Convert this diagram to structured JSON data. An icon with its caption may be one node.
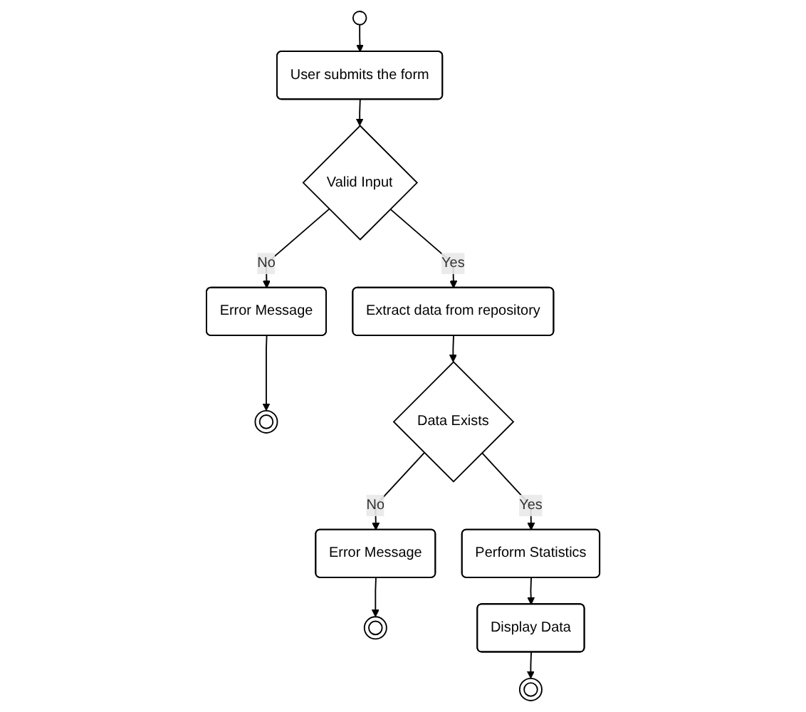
{
  "diagram": {
    "nodes": [
      {
        "text": [],
        "shape": "circle"
      },
      {
        "text": [
          "User submits the form"
        ]
      },
      {
        "text": [
          "Valid Input"
        ]
      },
      {
        "text": [
          "Error Message"
        ]
      },
      {
        "text": [],
        "shape": "double-circle"
      },
      {
        "text": [
          "Extract data from repository"
        ]
      },
      {
        "text": [
          "Data Exists"
        ]
      },
      {
        "text": [
          "Error Message"
        ]
      },
      {
        "text": [],
        "shape": "double-circle"
      },
      {
        "text": [
          "Perform Statistics"
        ]
      },
      {
        "text": [
          "Display Data"
        ]
      },
      {
        "text": [],
        "shape": "double-circle"
      }
    ],
    "edges": [
      {
        "from": 0,
        "to": 1,
        "arrow": "to"
      },
      {
        "from": 1,
        "to": 2,
        "arrow": "to"
      },
      {
        "from": 2,
        "to": 3,
        "arrow": "to",
        "label": "No"
      },
      {
        "from": 3,
        "to": 4,
        "arrow": "to"
      },
      {
        "from": 2,
        "to": 5,
        "arrow": "to",
        "label": "Yes"
      },
      {
        "from": 5,
        "to": 6,
        "arrow": "to"
      },
      {
        "from": 6,
        "to": 7,
        "arrow": "to",
        "label": "No"
      },
      {
        "from": 7,
        "to": 8,
        "arrow": "to"
      },
      {
        "from": 6,
        "to": 9,
        "arrow": "to",
        "label": "Yes"
      },
      {
        "from": 9,
        "to": 10,
        "arrow": "to"
      },
      {
        "from": 10,
        "to": 11,
        "arrow": "to"
      }
    ]
  }
}
